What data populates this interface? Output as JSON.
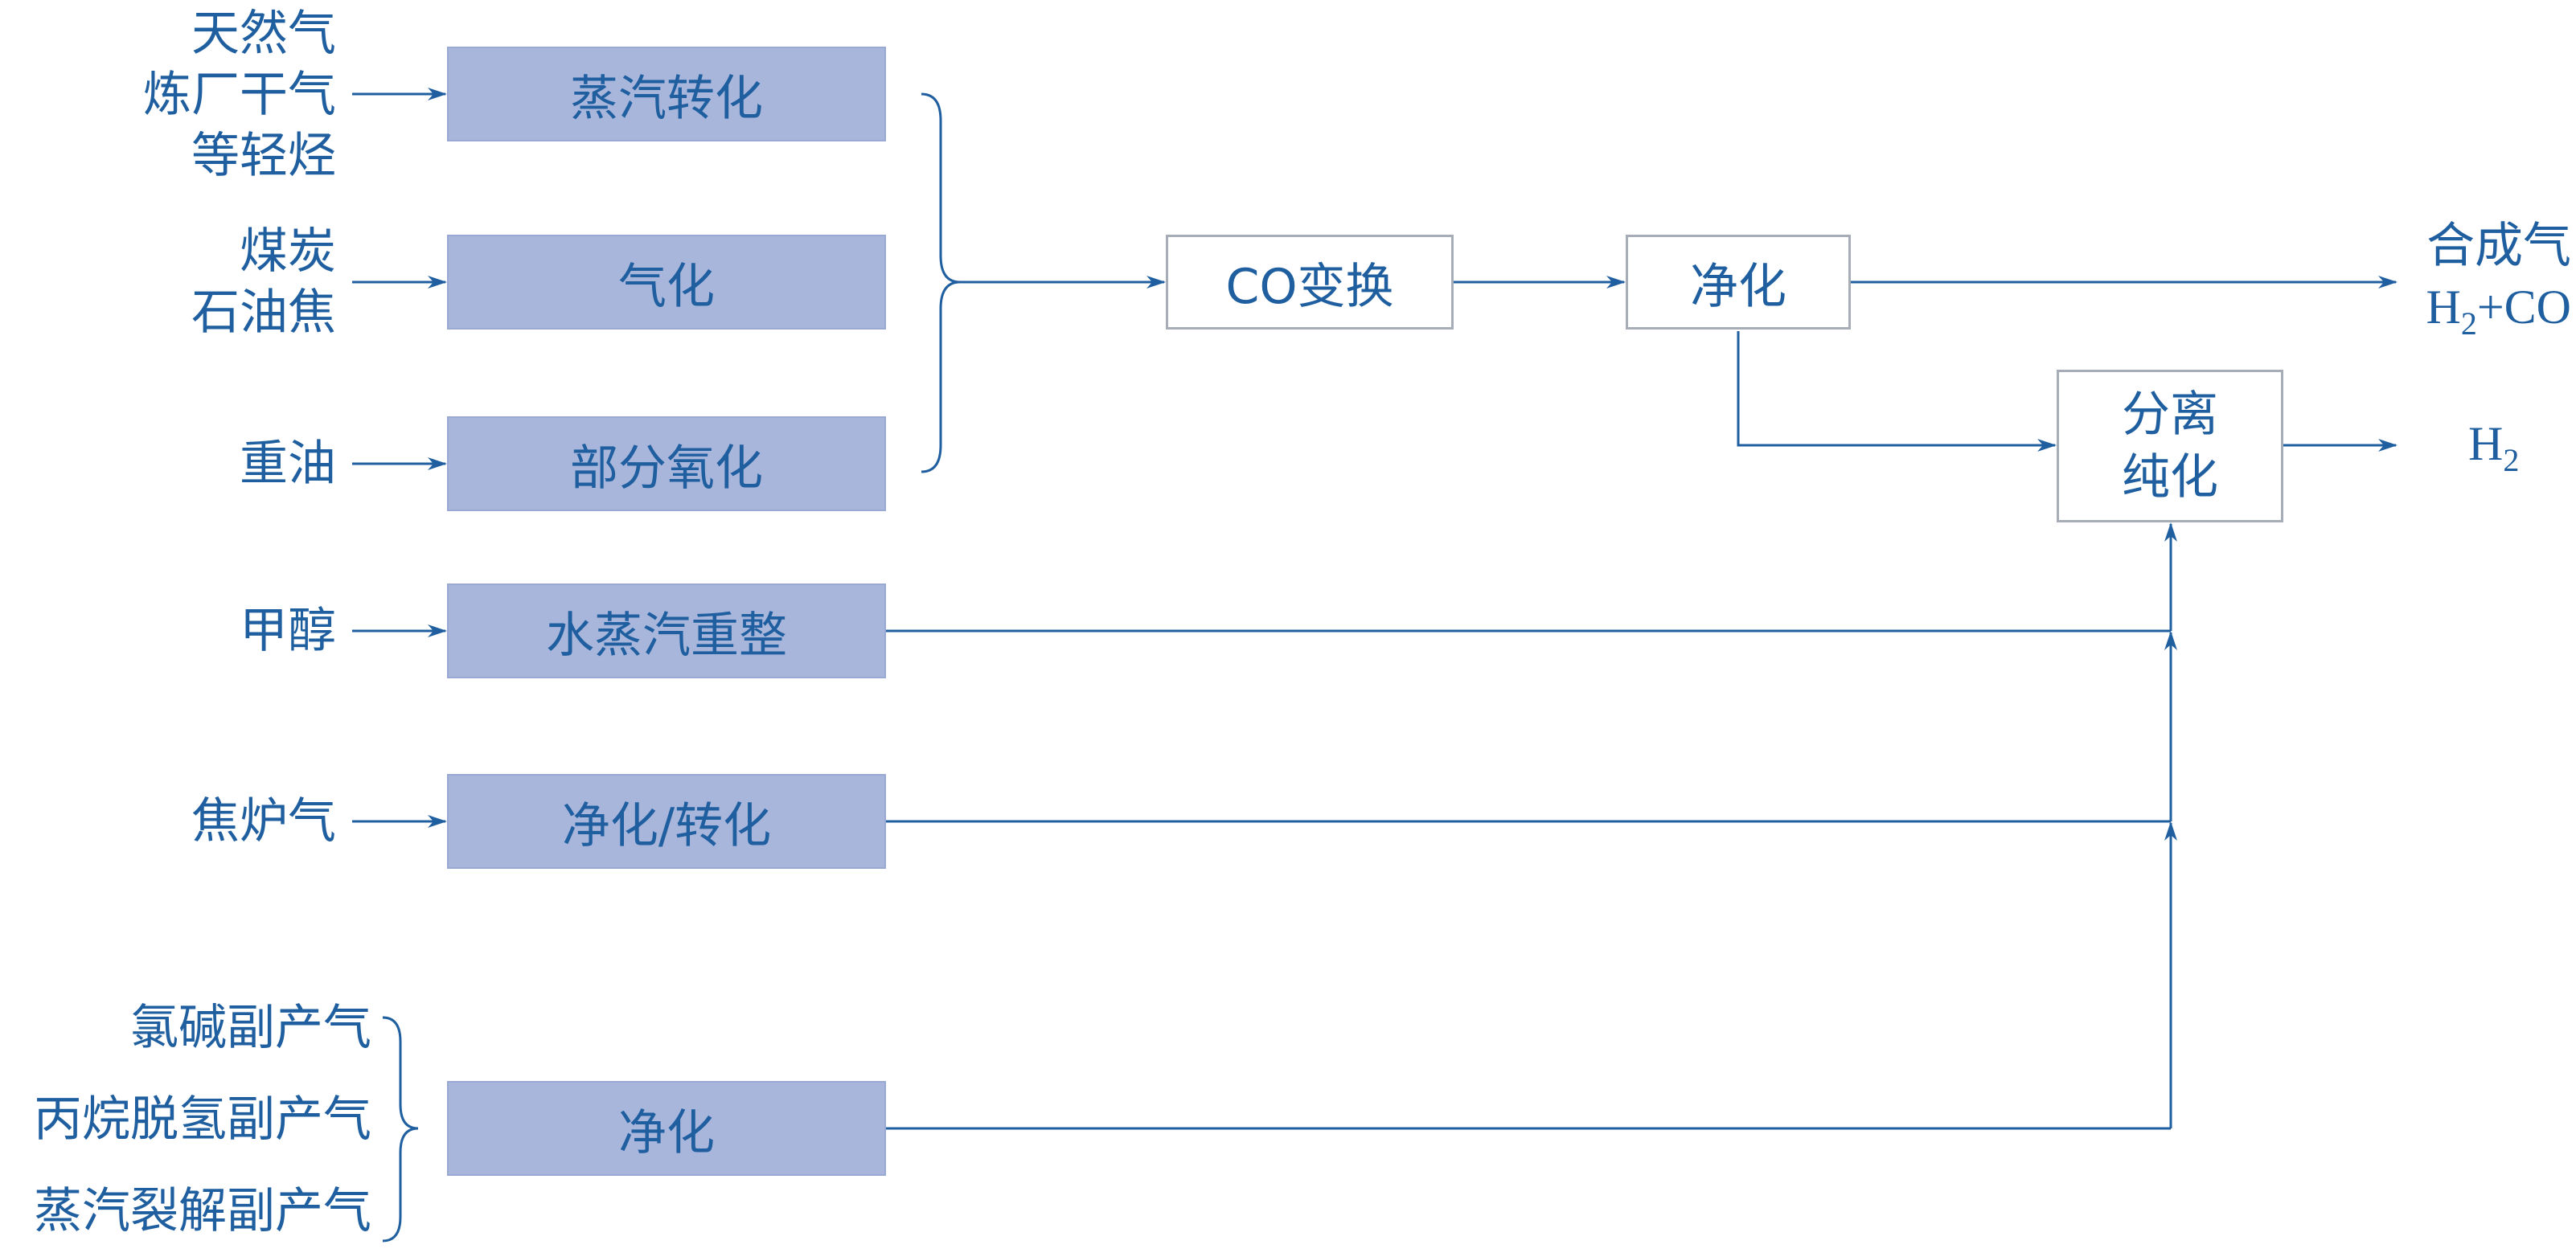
{
  "inputs": {
    "natural_gas": [
      "天然气",
      "炼厂干气",
      "等轻烃"
    ],
    "coal": [
      "煤炭",
      "石油焦"
    ],
    "heavy_oil": "重油",
    "methanol": "甲醇",
    "coke_oven_gas": "焦炉气",
    "byproducts": [
      "氯碱副产气",
      "丙烷脱氢副产气",
      "蒸汽裂解副产气"
    ]
  },
  "processes": {
    "steam_reforming": "蒸汽转化",
    "gasification": "气化",
    "partial_oxidation": "部分氧化",
    "methanol_reforming": "水蒸汽重整",
    "purify_convert": "净化/转化",
    "purify_bottom": "净化",
    "co_shift": "CO变换",
    "purify_main": "净化",
    "separation": [
      "分离",
      "纯化"
    ]
  },
  "outputs": {
    "syngas_label": "合成气",
    "syngas_formula": {
      "h": "H",
      "sub": "2",
      "rest": "+CO"
    },
    "hydrogen": {
      "h": "H",
      "sub": "2"
    }
  },
  "colors": {
    "line": "#1f5fa0",
    "text": "#1f5fa0",
    "box_fill": "#a9b6dc",
    "box_border": "#a6adb6"
  }
}
